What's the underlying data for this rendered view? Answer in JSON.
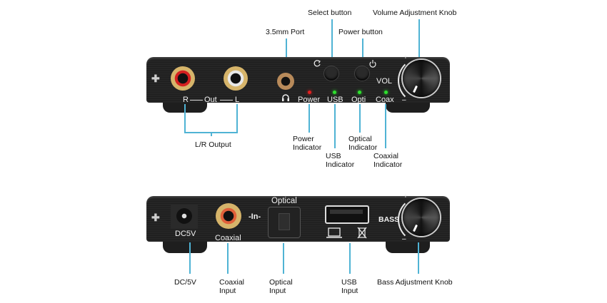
{
  "front_panel": {
    "device_labels": {
      "right": "R",
      "out": "Out",
      "left": "L",
      "power": "Power",
      "usb": "USB",
      "opti": "Opti",
      "coax": "Coax",
      "vol": "VOL",
      "plus": "+",
      "minus": "–"
    },
    "led_colors": {
      "power": "#e02020",
      "usb": "#2ee02e",
      "opti": "#2ee02e",
      "coax": "#2ee02e"
    },
    "callouts": {
      "port_35mm": "3.5mm Port",
      "select_button": "Select button",
      "power_button": "Power button",
      "volume_knob": "Volume Adjustment Knob",
      "lr_output": "L/R Output",
      "power_indicator": "Power Indicator",
      "usb_indicator": "USB Indicator",
      "optical_indicator": "Optical Indicator",
      "coaxial_indicator": "Coaxial Indicator"
    }
  },
  "back_panel": {
    "device_labels": {
      "dc5v": "DC5V",
      "coaxial": "Coaxial",
      "in": "-In-",
      "optical": "Optical",
      "bass": "BASS",
      "plus": "+",
      "minus": "–"
    },
    "callouts": {
      "dc_5v": "DC/5V",
      "coaxial_input": "Coaxial Input",
      "optical_input": "Optical Input",
      "usb_input": "USB Input",
      "bass_knob": "Bass Adjustment Knob"
    }
  },
  "accent_color": "#4fb3d4"
}
